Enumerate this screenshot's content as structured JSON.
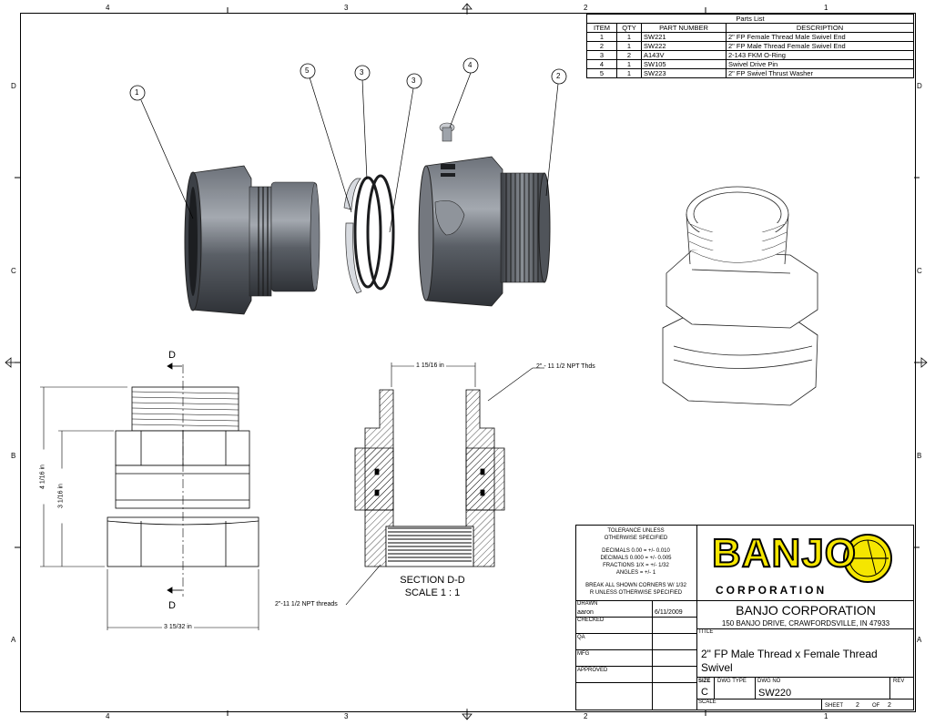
{
  "zones": {
    "top": [
      "4",
      "3",
      "2",
      "1"
    ],
    "bottom": [
      "4",
      "3",
      "2",
      "1"
    ],
    "left": [
      "D",
      "C",
      "B",
      "A"
    ],
    "right": [
      "D",
      "C",
      "B",
      "A"
    ]
  },
  "parts_list": {
    "title": "Parts List",
    "headers": [
      "ITEM",
      "QTY",
      "PART NUMBER",
      "DESCRIPTION"
    ],
    "rows": [
      {
        "item": "1",
        "qty": "1",
        "part": "SW221",
        "desc": "2\" FP Female Thread Male Swivel End"
      },
      {
        "item": "2",
        "qty": "1",
        "part": "SW222",
        "desc": "2\" FP Male Thread Female Swivel End"
      },
      {
        "item": "3",
        "qty": "2",
        "part": "A143V",
        "desc": "2-143 FKM O-Ring"
      },
      {
        "item": "4",
        "qty": "1",
        "part": "SW105",
        "desc": "Swivel Drive Pin"
      },
      {
        "item": "5",
        "qty": "1",
        "part": "SW223",
        "desc": "2\" FP Swivel Thrust Washer"
      }
    ]
  },
  "balloons": {
    "b1": "1",
    "b5": "5",
    "b3a": "3",
    "b3b": "3",
    "b4": "4",
    "b2": "2"
  },
  "views": {
    "section_marker_top": "D",
    "section_marker_bottom": "D",
    "dim_overall_height": "4 1/16 in",
    "dim_body_height": "3 1/16 in",
    "dim_width": "3 15/32 in",
    "dim_bore": "1 15/16 in",
    "note_thds": "2\" - 11 1/2 NPT Thds",
    "note_threads": "2\"-11 1/2 NPT threads",
    "section_title": "SECTION D-D",
    "section_scale": "SCALE 1 : 1"
  },
  "title_block": {
    "tolerance_title_1": "TOLERANCE UNLESS",
    "tolerance_title_2": "OTHERWISE SPECIFIED",
    "tol_1": "DECIMALS  0.00  =  +/-  0.010",
    "tol_2": "DECIMALS  0.000  =  +/-  0.005",
    "tol_3": "FRACTIONS  1/X  =  +/-  1/32",
    "tol_4": "ANGLES  =  +/-  1",
    "break_1": "BREAK ALL SHOWN CORNERS W/ 1/32",
    "break_2": "R UNLESS OTHERWISE SPECIFIED",
    "logo_text": "BANJO",
    "logo_sub": "CORPORATION",
    "company": "BANJO CORPORATION",
    "address": "150 BANJO DRIVE, CRAWFORDSVILLE, IN 47933",
    "drawn_label": "DRAWN",
    "drawn_by": "aaron",
    "drawn_date": "6/11/2009",
    "checked_label": "CHECKED",
    "qa_label": "QA",
    "mfg_label": "MFG",
    "approved_label": "APPROVED",
    "title_label": "TITLE",
    "title_line1": "2\" FP Male Thread x Female Thread",
    "title_line2": "Swivel",
    "size_label": "SIZE",
    "size_value": "C",
    "dwg_type_label": "DWG TYPE",
    "dwg_no_label": "DWG NO",
    "dwg_no": "SW220",
    "rev_label": "REV",
    "scale_label": "SCALE",
    "sheet_label": "SHEET",
    "sheet_num": "2",
    "of_label": "OF",
    "sheet_total": "2"
  }
}
